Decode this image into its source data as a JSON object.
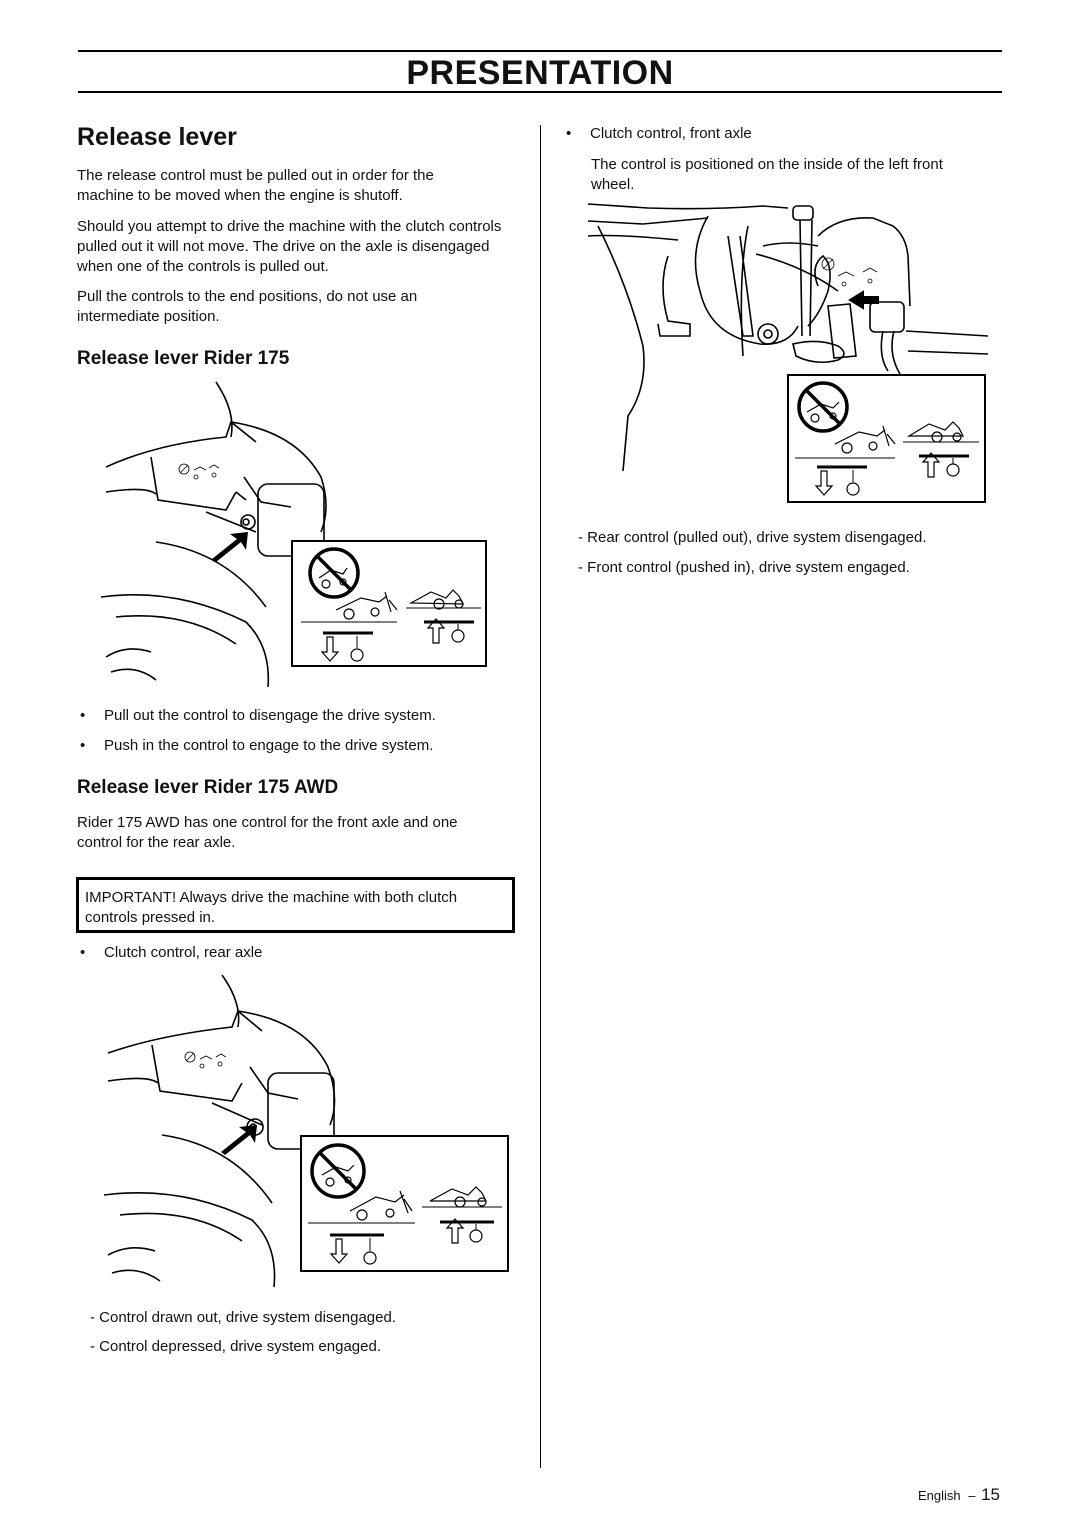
{
  "header": {
    "title": "PRESENTATION"
  },
  "left": {
    "heading": "Release lever",
    "paragraphs": [
      "The release control must be pulled out in order for the machine to be moved when the engine is shutoff.",
      "Should you attempt to drive the machine with the clutch controls pulled out it will not move. The drive on the axle is disengaged when one of the controls is pulled out.",
      "Pull the controls to the end positions, do not use an intermediate position."
    ],
    "sub1": {
      "heading": "Release lever Rider 175",
      "bullets": [
        "Pull out the control to disengage the drive system.",
        "Push in the control to engage to the drive system."
      ]
    },
    "sub2": {
      "heading": "Release lever Rider 175 AWD",
      "paragraph": "Rider 175 AWD has one control for the front axle and one control for the rear axle.",
      "important": "IMPORTANT! Always drive the machine with both clutch controls pressed in.",
      "bullet": "Clutch control, rear axle",
      "dashes": [
        "- Control drawn out, drive system disengaged.",
        "- Control depressed, drive system engaged."
      ]
    }
  },
  "right": {
    "bullet": "Clutch control, front axle",
    "paragraph": "The control is positioned on the inside of the left front wheel.",
    "dashes": [
      "- Rear control (pulled out), drive system disengaged.",
      "- Front control (pushed in), drive system engaged."
    ]
  },
  "footer": {
    "language": "English",
    "separator": "–",
    "page": "15"
  },
  "icons": {
    "bullet": "•",
    "arrow-pointer": "arrow-pointer-icon",
    "no-tow": "no-tow-icon",
    "tow": "tow-icon",
    "pull-out": "pull-out-icon",
    "push-in": "push-in-icon"
  }
}
